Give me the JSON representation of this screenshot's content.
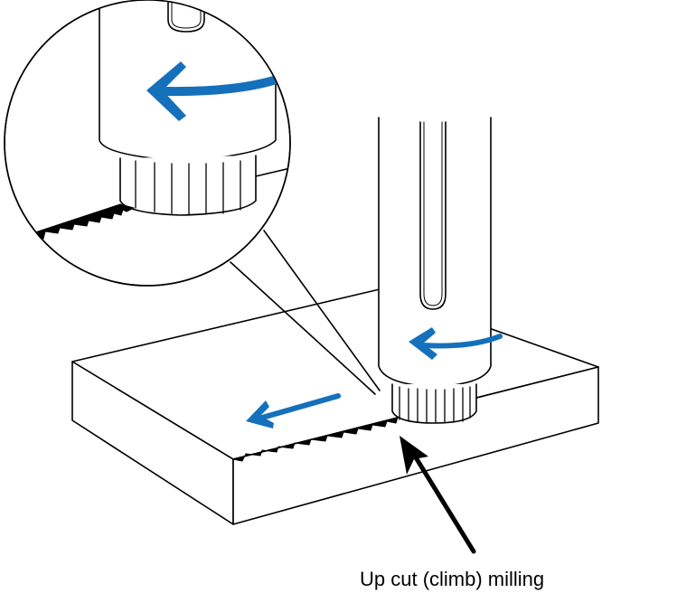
{
  "diagram": {
    "title": "Up cut (climb) milling",
    "caption": "Up cut (climb) milling",
    "colors": {
      "line": "#000000",
      "arrow_blue": "#1570BB",
      "background": "#ffffff"
    },
    "elements": {
      "workpiece": "rectangular block workpiece",
      "end_mill": "end mill cutter with flutes",
      "magnifier": "zoomed detail circle of cutting edge",
      "rotation_arrow": "tool rotation direction (counter-clockwise as seen)",
      "feed_arrow": "feed direction of workpiece",
      "pointer_arrow": "pointer to cutting zone"
    }
  }
}
